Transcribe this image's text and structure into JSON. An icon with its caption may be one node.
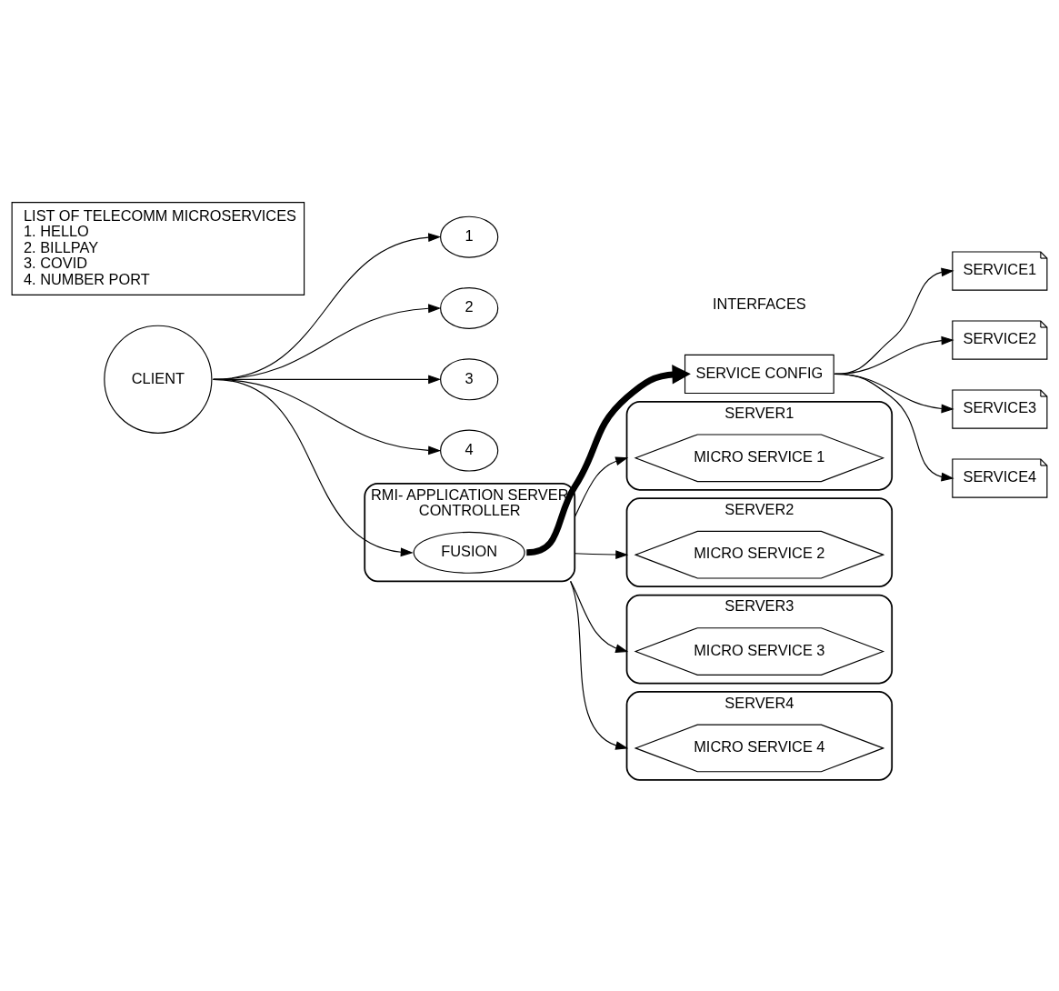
{
  "diagram": {
    "nodes": [
      {
        "text": [
          "CLIENT"
        ]
      },
      {
        "text": [
          "1"
        ]
      },
      {
        "text": [
          "2"
        ]
      },
      {
        "text": [
          "3"
        ]
      },
      {
        "text": [
          "4"
        ]
      },
      {
        "text": [
          "RMI- APPLICATION SERVER",
          "CONTROLLER"
        ]
      },
      {
        "text": [
          "FUSION"
        ],
        "in": 5
      },
      {
        "text": [
          "SERVICE CONFIG"
        ]
      },
      {
        "text": [
          "SERVICE1"
        ]
      },
      {
        "text": [
          "SERVICE2"
        ]
      },
      {
        "text": [
          "SERVICE3"
        ]
      },
      {
        "text": [
          "SERVICE4"
        ]
      },
      {
        "text": [
          "SERVER1"
        ]
      },
      {
        "text": [
          "MICRO SERVICE 1"
        ],
        "in": 12
      },
      {
        "text": [
          "SERVER2"
        ]
      },
      {
        "text": [
          "MICRO SERVICE 2"
        ],
        "in": 14
      },
      {
        "text": [
          "SERVER3"
        ]
      },
      {
        "text": [
          "MICRO SERVICE 3"
        ],
        "in": 16
      },
      {
        "text": [
          "SERVER4"
        ]
      },
      {
        "text": [
          "MICRO SERVICE 4"
        ],
        "in": 18
      },
      {
        "text": [
          "LIST OF TELECOMM MICROSERVICES",
          "1. HELLO",
          "2. BILLPAY",
          "3. COVID",
          "4. NUMBER PORT"
        ]
      }
    ],
    "edges": [
      {
        "from": 0,
        "to": 1,
        "arrow": "to"
      },
      {
        "from": 0,
        "to": 2,
        "arrow": "to"
      },
      {
        "from": 0,
        "to": 3,
        "arrow": "to"
      },
      {
        "from": 0,
        "to": 4,
        "arrow": "to"
      },
      {
        "from": 0,
        "to": 6,
        "arrow": "to"
      },
      {
        "from": 6,
        "to": 7,
        "arrow": "to",
        "style": "thick"
      },
      {
        "from": 7,
        "to": 8,
        "arrow": "to"
      },
      {
        "from": 7,
        "to": 9,
        "arrow": "to"
      },
      {
        "from": 7,
        "to": 10,
        "arrow": "to"
      },
      {
        "from": 7,
        "to": 11,
        "arrow": "to"
      },
      {
        "from": 5,
        "to": 12,
        "arrow": "to"
      },
      {
        "from": 5,
        "to": 14,
        "arrow": "to"
      },
      {
        "from": 5,
        "to": 16,
        "arrow": "to"
      },
      {
        "from": 5,
        "to": 18,
        "arrow": "to"
      }
    ],
    "labels": [
      "INTERFACES"
    ]
  }
}
